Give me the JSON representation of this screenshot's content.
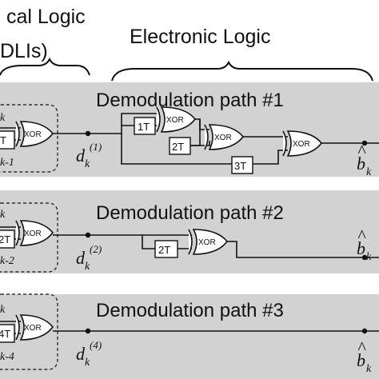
{
  "header": {
    "optical_line1": "cal Logic",
    "optical_line2": "DLIs)",
    "electronic": "Electronic Logic"
  },
  "paths": [
    {
      "title": "Demodulation path #1",
      "dli_delay": "T",
      "dli_top": "k",
      "dli_bottom": "k-1",
      "node_sup": "(1)",
      "delays": [
        "1T",
        "2T",
        "3T"
      ]
    },
    {
      "title": "Demodulation path #2",
      "dli_delay": "2T",
      "dli_top": "k",
      "dli_bottom": "k-2",
      "node_sup": "(2)",
      "delays": [
        "2T"
      ]
    },
    {
      "title": "Demodulation path #3",
      "dli_delay": "4T",
      "dli_top": "k",
      "dli_bottom": "k-4",
      "node_sup": "(4)",
      "delays": []
    }
  ],
  "labels": {
    "gate": "XOR",
    "node_letter": "d",
    "node_sub": "k",
    "out_letter": "b",
    "out_sub": "k",
    "out_hat": "^"
  }
}
